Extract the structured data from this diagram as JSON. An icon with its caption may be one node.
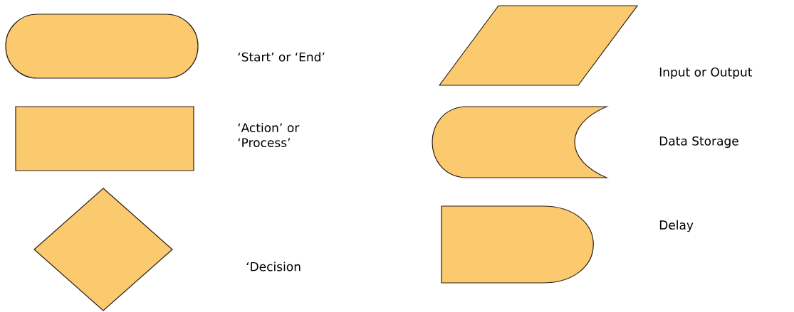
{
  "diagram": {
    "nodes": [
      {
        "text": [],
        "shape": "capsule",
        "beside": [
          "‘Start’ or ‘End’"
        ]
      },
      {
        "text": [],
        "shape": "box",
        "beside": [
          "‘Action’ or ‘Process’"
        ]
      },
      {
        "text": [],
        "shape": "diamond"
      },
      {
        "text": [],
        "shape": "parallelogram",
        "beside": [
          "Input or Output"
        ]
      },
      {
        "text": [],
        "shape": "storage"
      },
      {
        "text": [],
        "shape": "delay"
      }
    ],
    "labels": [
      "‘Decision",
      "Data Storage",
      "Delay"
    ]
  }
}
